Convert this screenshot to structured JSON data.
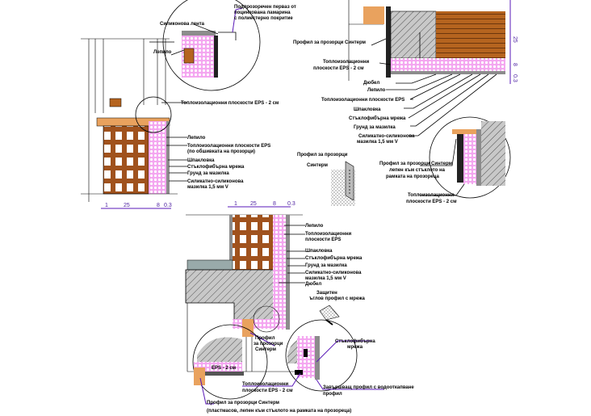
{
  "colors": {
    "eps_insulation": "#f4a6f0",
    "render": "#8c8c8c",
    "brick_frame": "#a0521d",
    "window_sill": "#e9a25e",
    "leader_accent": "#5a1ab8",
    "concrete": "#c8c8c8"
  },
  "detail_top_left": {
    "sill_flashing": [
      "Подпрозоречен перваз от",
      "поцинкована ламарина",
      "с полиестерно покритие"
    ],
    "sealant": "Силиконова лента",
    "adhesive_small": "Лепило",
    "eps_2cm": "Топлоизолационни плоскости EPS - 2 см",
    "layers": [
      "Лепило",
      "Топлоизолационни плоскости EPS",
      "(по обшивката на прозорци)",
      "Шпакловка",
      "Стъклофибърна мрежа",
      "Грунд за мазилка",
      "Силикатно-силиконова",
      "мазилка 1,5 мм V"
    ],
    "dims": [
      "1",
      "25",
      "8",
      "0.3"
    ]
  },
  "detail_top_right": {
    "window_profile": "Профил за прозорци Синтерм",
    "eps_2cm": [
      "Топлоизолационни",
      "плоскости EPS - 2 см"
    ],
    "layers": [
      "Дюбел",
      "Лепило",
      "Топлоизолационни плоскости EPS",
      "Шпакловка",
      "Стъклофибърна мрежа",
      "Грунд за мазилка",
      "Силикатно-силиконова",
      "мазилка 1,5 мм V"
    ],
    "dims": [
      "25",
      "8",
      "0.3"
    ],
    "profile_caption": [
      "Профил за прозорци",
      "Синтерм"
    ],
    "glued_profile": [
      "Профил за прозорци Синтерм",
      "лепен към стъклото на",
      "рамката на прозореца"
    ],
    "eps_2cm_b": [
      "Топлоизолационни",
      "плоскости EPS - 2 см"
    ]
  },
  "detail_bottom": {
    "dims": [
      "1",
      "25",
      "8",
      "0.3"
    ],
    "layers": [
      "Лепило",
      "Топлоизолационни",
      "плоскости EPS",
      "Шпакловка",
      "Стъклофибърна мрежа",
      "Грунд за мазилка",
      "Силикатно-силиконова",
      "мазилка 1,5 мм V",
      "Дюбел"
    ],
    "corner_profile": [
      "Защитен",
      "ъглов профил с мрежа"
    ],
    "window_profile": [
      "Профил",
      "за прозорци",
      "Синтерм"
    ],
    "mesh": [
      "Стъклофибърна",
      "мрежа"
    ],
    "eps_label": "EPS - 2 см",
    "eps_2cm": [
      "Топлоизолационни",
      "плоскости EPS - 2 см"
    ],
    "drip_profile": [
      "Завършващ профил с водооткапване",
      "профил"
    ],
    "bottom_caption": [
      "Профил за прозорци Синтерм",
      "(пластмасов, лепен към стъклото на рамката на прозореца)"
    ]
  }
}
